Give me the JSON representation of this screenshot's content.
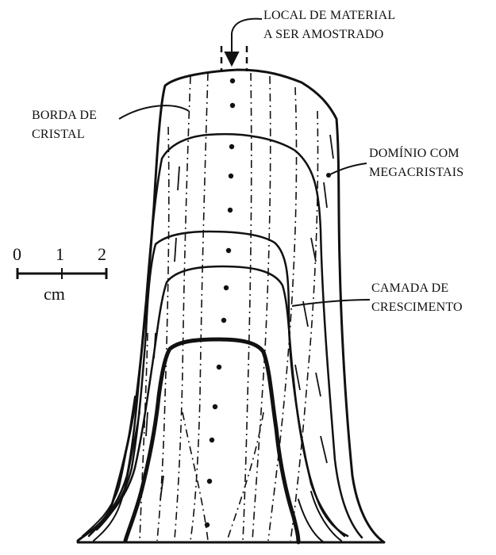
{
  "labels": {
    "sample_site": [
      "LOCAL DE MATERIAL",
      "A SER AMOSTRADO"
    ],
    "crystal_edge": [
      "BORDA DE",
      "CRISTAL"
    ],
    "megacrystal_domain": [
      "DOMÍNIO COM",
      "MEGACRISTAIS"
    ],
    "growth_layer": [
      "CAMADA DE",
      "CRESCIMENTO"
    ]
  },
  "scale_bar": {
    "ticks": [
      "0",
      "1",
      "2"
    ],
    "unit": "cm"
  },
  "colors": {
    "ink": "#111111",
    "background": "#ffffff"
  }
}
